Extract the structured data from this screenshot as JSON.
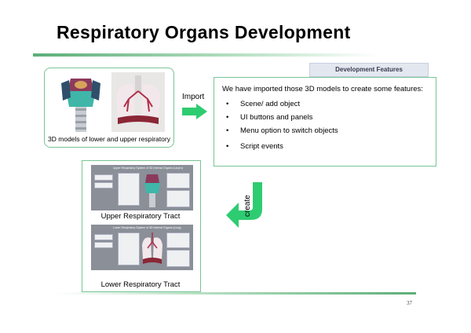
{
  "slide": {
    "title": "Respiratory Organs Development",
    "badge": "Development Features",
    "models_caption": "3D models of lower and upper respiratory",
    "import_label": "Import",
    "create_label": "create",
    "features_intro": "We have imported those 3D models to create some features:",
    "features": [
      "Scene/ add object",
      "UI buttons and panels",
      "Menu option to switch objects",
      "Script events"
    ],
    "upper_shot_title": "Upper Respiratory System of 3D Internal Organs (Larynx)",
    "lower_shot_title": "Lower Respiratory System of 3D Internal Organs (Lung)",
    "upper_caption": "Upper Respiratory Tract",
    "lower_caption": "Lower Respiratory Tract",
    "page_number": "37"
  },
  "colors": {
    "accent_green": "#2ecc71",
    "rule_green": "#5cae78",
    "border_green": "#78c496"
  }
}
